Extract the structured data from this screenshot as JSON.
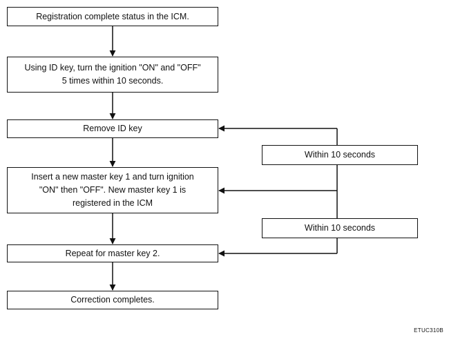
{
  "steps": [
    "Registration complete status in the ICM.",
    "Using ID key, turn the ignition \"ON\" and \"OFF\" 5 times within 10 seconds.",
    "Remove ID key",
    "Insert a new master key 1 and turn ignition \"ON\" then \"OFF\". New master key 1 is registered in the ICM",
    "Repeat for master key 2.",
    "Correction completes."
  ],
  "side_notes": [
    "Within 10 seconds",
    "Within 10 seconds"
  ],
  "figure_code": "ETUC310B"
}
